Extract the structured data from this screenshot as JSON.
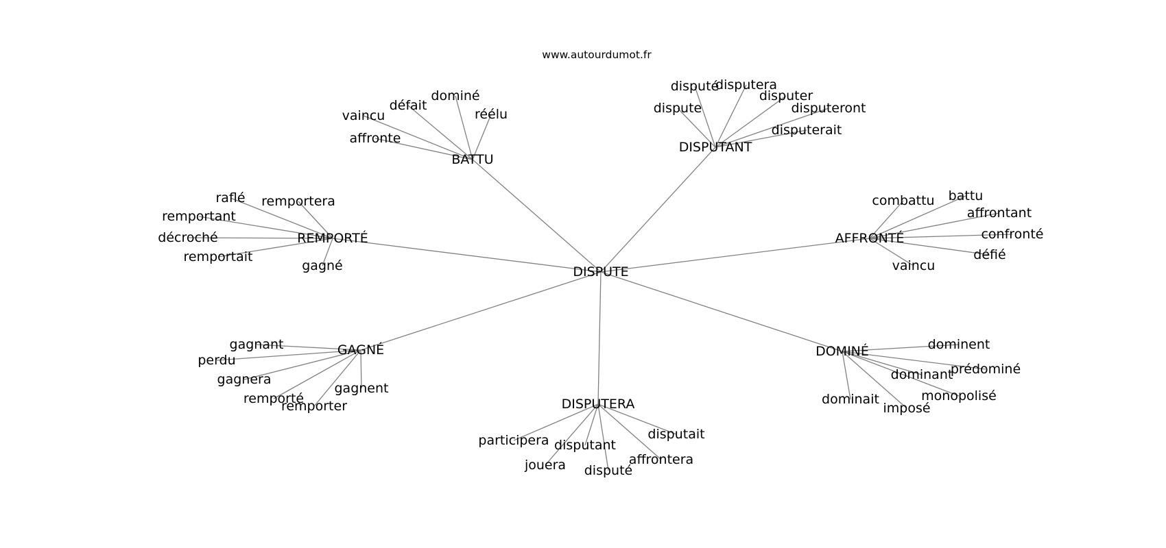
{
  "site_url": "www.autourdumot.fr",
  "graph": {
    "center": "DISPUTE",
    "edge_color": "#808080",
    "clusters": [
      {
        "label": "BATTU",
        "words": [
          "affronte",
          "vaincu",
          "défait",
          "dominé",
          "réélu"
        ]
      },
      {
        "label": "DISPUTANT",
        "words": [
          "dispute",
          "disputé",
          "disputera",
          "disputer",
          "disputeront",
          "disputerait"
        ]
      },
      {
        "label": "REMPORTÉ",
        "words": [
          "raflé",
          "remportera",
          "remportant",
          "décroché",
          "remportait",
          "gagné"
        ]
      },
      {
        "label": "AFFRONTÉ",
        "words": [
          "combattu",
          "battu",
          "affrontant",
          "confronté",
          "défié",
          "vaincu"
        ]
      },
      {
        "label": "GAGNÉ",
        "words": [
          "gagnant",
          "perdu",
          "gagnera",
          "remporté",
          "remporter",
          "gagnent"
        ]
      },
      {
        "label": "DOMINÉ",
        "words": [
          "dominent",
          "prédominé",
          "dominant",
          "monopolisé",
          "imposé",
          "dominait"
        ]
      },
      {
        "label": "DISPUTERA",
        "words": [
          "participera",
          "disputant",
          "jouera",
          "disputé",
          "affrontera",
          "disputait"
        ]
      }
    ]
  }
}
